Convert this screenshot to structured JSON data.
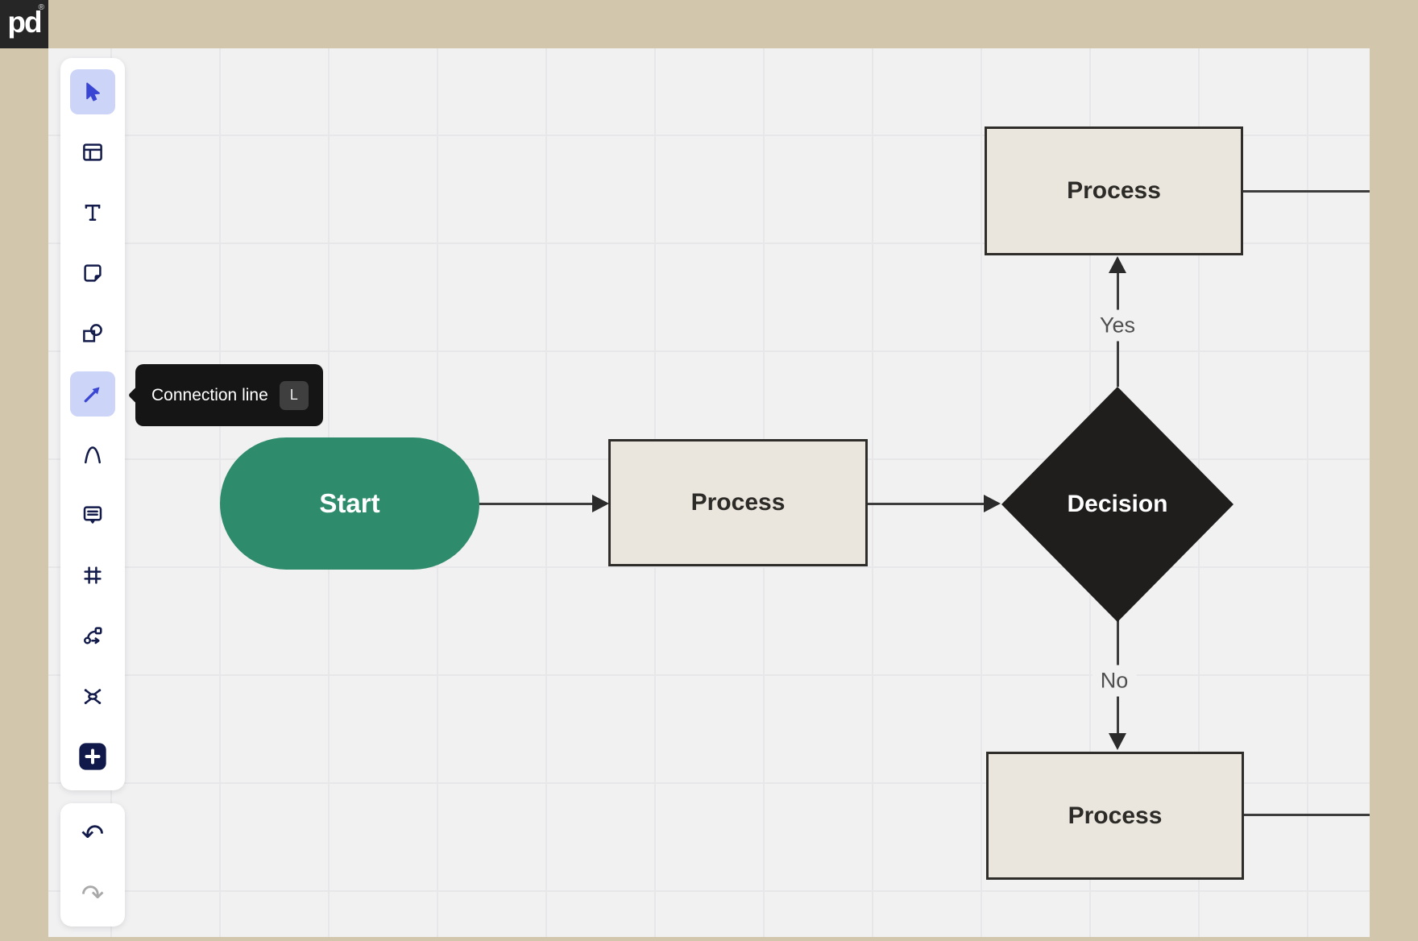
{
  "app": {
    "logo_text": "pd",
    "registered_mark": "®"
  },
  "tooltip": {
    "label": "Connection line",
    "shortcut_key": "L"
  },
  "toolbar": {
    "tools": [
      {
        "icon": "cursor-select-icon",
        "selected": true
      },
      {
        "icon": "layout-template-icon",
        "selected": false
      },
      {
        "icon": "text-icon",
        "selected": false
      },
      {
        "icon": "sticky-note-icon",
        "selected": false
      },
      {
        "icon": "shapes-icon",
        "selected": false
      },
      {
        "icon": "connection-line-icon",
        "selected": true
      },
      {
        "icon": "curve-draw-icon",
        "selected": false
      },
      {
        "icon": "comment-icon",
        "selected": false
      },
      {
        "icon": "frame-icon",
        "selected": false
      },
      {
        "icon": "flow-connector-icon",
        "selected": false
      },
      {
        "icon": "mind-map-icon",
        "selected": false
      },
      {
        "icon": "add-plus-icon",
        "selected": false
      }
    ],
    "history": {
      "undo_glyph": "↶",
      "redo_glyph": "↷",
      "undo_enabled": true,
      "redo_enabled": false
    }
  },
  "flowchart": {
    "nodes": [
      {
        "id": "start",
        "type": "terminator",
        "label": "Start"
      },
      {
        "id": "process-1",
        "type": "process",
        "label": "Process"
      },
      {
        "id": "decision",
        "type": "decision",
        "label": "Decision"
      },
      {
        "id": "process-top",
        "type": "process",
        "label": "Process"
      },
      {
        "id": "process-bottom",
        "type": "process",
        "label": "Process"
      }
    ],
    "edges": [
      {
        "from": "start",
        "to": "process-1",
        "label": ""
      },
      {
        "from": "process-1",
        "to": "decision",
        "label": ""
      },
      {
        "from": "decision",
        "to": "process-top",
        "label": "Yes"
      },
      {
        "from": "decision",
        "to": "process-bottom",
        "label": "No"
      },
      {
        "from": "process-top",
        "to": "canvas-right-edge",
        "label": ""
      },
      {
        "from": "process-bottom",
        "to": "canvas-right-edge",
        "label": ""
      }
    ]
  },
  "colors": {
    "frame": "#d2c7ac",
    "canvas": "#f1f1f2",
    "grid_line": "#e7e7e9",
    "accent_blue": "#3945d3",
    "tool_highlight": "#ccd4f8",
    "icon_navy": "#131b4a",
    "node_green": "#2e8b6c",
    "node_beige": "#ebe6dd",
    "node_black": "#1f1e1d",
    "edge_line": "#3d3d3d",
    "tooltip_bg": "#151515",
    "logo_bg": "#262626"
  }
}
